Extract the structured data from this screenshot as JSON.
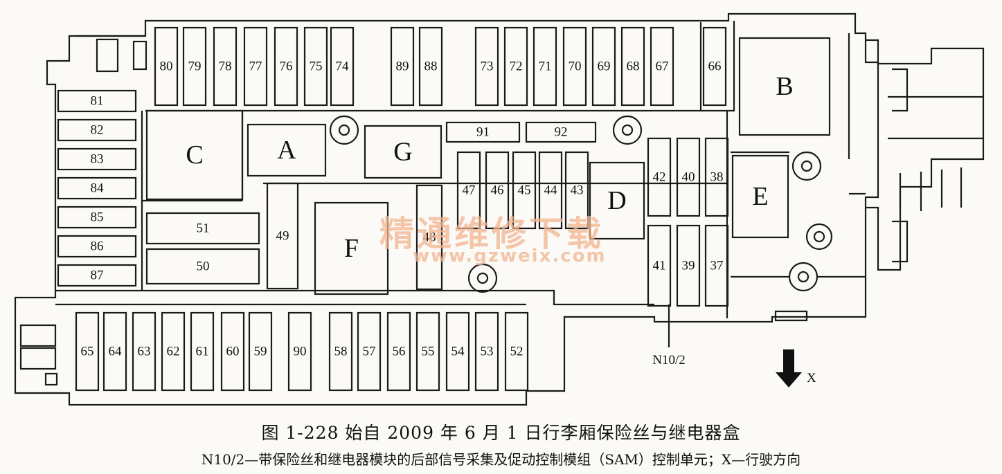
{
  "diagram": {
    "top_fuses": [
      "80",
      "79",
      "78",
      "77",
      "76",
      "75",
      "74",
      "89",
      "88",
      "73",
      "72",
      "71",
      "70",
      "69",
      "68",
      "67",
      "66"
    ],
    "left_fuses": [
      "81",
      "82",
      "83",
      "84",
      "85",
      "86",
      "87"
    ],
    "bottom_fuses": [
      "65",
      "64",
      "63",
      "62",
      "61",
      "60",
      "59",
      "90",
      "58",
      "57",
      "56",
      "55",
      "54",
      "53",
      "52"
    ],
    "horizontal_fuses": [
      "51",
      "50",
      "91",
      "92"
    ],
    "vertical_fuses": [
      "49",
      "48",
      "47",
      "46",
      "45",
      "44",
      "43",
      "42",
      "40",
      "38",
      "41",
      "39",
      "37"
    ],
    "relays": [
      "A",
      "B",
      "C",
      "D",
      "E",
      "F",
      "G"
    ],
    "module_label": "N10/2",
    "direction_label": "X"
  },
  "caption": {
    "title": "图 1-228    始自 2009 年 6 月 1 日行李厢保险丝与继电器盒",
    "note": "N10/2—带保险丝和继电器模块的后部信号采集及促动控制模组（SAM）控制单元；X—行驶方向"
  },
  "watermark": {
    "cn": "精通维修下载",
    "url": "www.gzweix.com"
  },
  "colors": {
    "line": "#1a1a1a",
    "background": "#fbfaf7",
    "watermark": "#f2b48e"
  }
}
